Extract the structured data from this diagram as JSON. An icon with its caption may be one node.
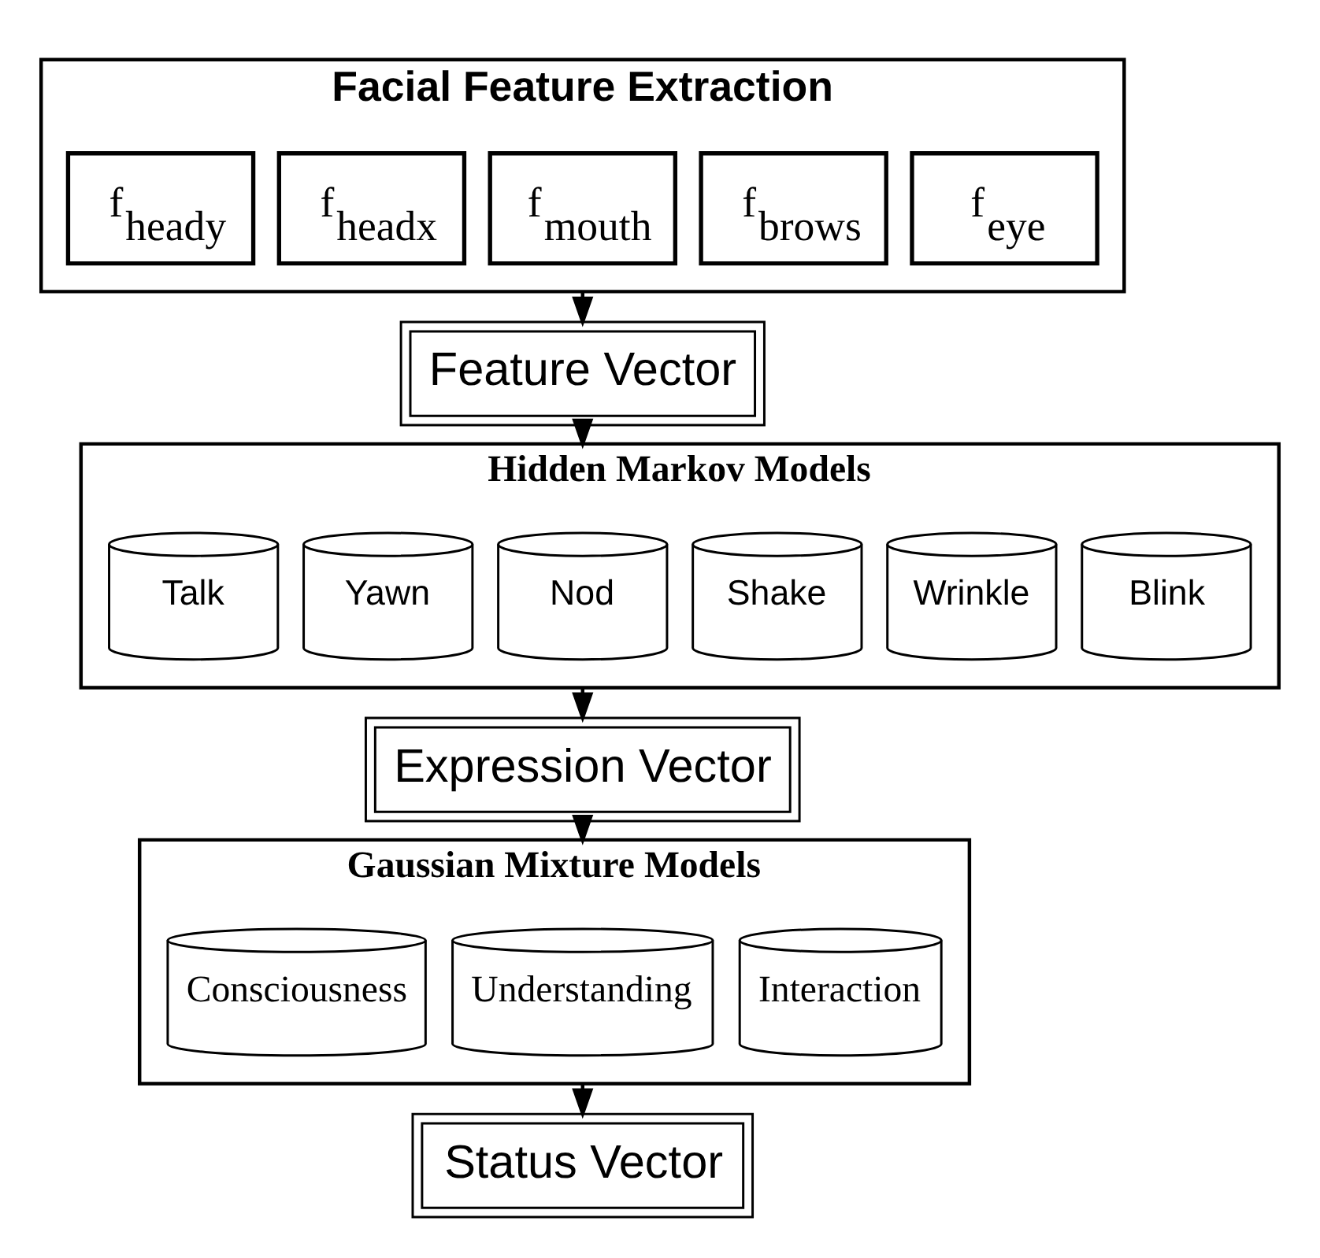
{
  "diagram": {
    "nodes": [
      {
        "text": [
          "Facial Feature Extraction"
        ]
      },
      {
        "text": [
          "f$_{eye}$"
        ],
        "in": 0
      },
      {
        "text": [
          "f$_{brows}$"
        ],
        "in": 0
      },
      {
        "text": [
          "f$_{mouth}$"
        ],
        "in": 0
      },
      {
        "text": [
          "f$_{headx}$"
        ],
        "in": 0
      },
      {
        "text": [
          "f$_{heady}$"
        ],
        "in": 0
      },
      {
        "text": [
          "Feature Vector"
        ]
      },
      {
        "text": [
          "Hidden Markov Models"
        ]
      },
      {
        "text": [
          "Blink"
        ],
        "in": 7
      },
      {
        "text": [
          "Wrinkle"
        ],
        "in": 7
      },
      {
        "text": [
          "Shake"
        ],
        "in": 7
      },
      {
        "text": [
          "Nod"
        ],
        "in": 7
      },
      {
        "text": [
          "Yawn"
        ],
        "in": 7
      },
      {
        "text": [
          "Talk"
        ],
        "in": 7
      },
      {
        "text": [
          "Expression Vector"
        ]
      },
      {
        "text": [
          "Gaussian Mixture Models"
        ]
      },
      {
        "text": [
          "Interaction"
        ],
        "in": 15
      },
      {
        "text": [
          "Understanding"
        ],
        "in": 15
      },
      {
        "text": [
          "Consciousness"
        ],
        "in": 15
      },
      {
        "text": [
          "Status Vector"
        ]
      }
    ],
    "edges": [
      {
        "from": 0,
        "to": 6,
        "arrow": "to"
      },
      {
        "from": 6,
        "to": 7,
        "arrow": "to"
      },
      {
        "from": 7,
        "to": 14,
        "arrow": "to"
      },
      {
        "from": 14,
        "to": 15,
        "arrow": "to"
      },
      {
        "from": 15,
        "to": 19,
        "arrow": "to"
      }
    ]
  }
}
